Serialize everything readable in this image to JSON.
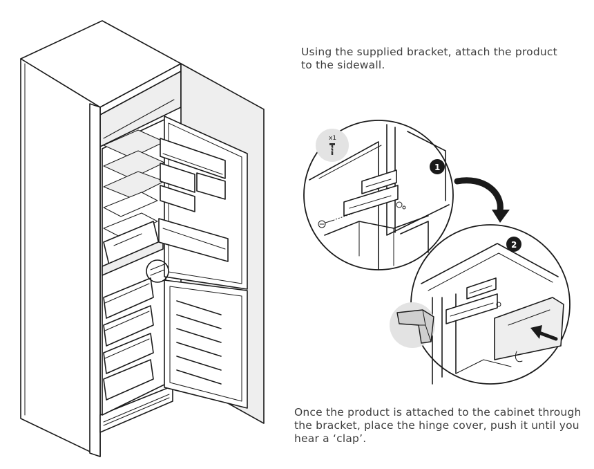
{
  "instructions": {
    "step_attach": "Using the supplied bracket, attach the product to the sidewall.",
    "step_cover": "Once the product is attached to the cabinet through the bracket, place the hinge cover, push it until you hear a ‘clap’."
  },
  "callouts": {
    "screw_quantity": "x1",
    "step_one_badge": "1",
    "step_two_badge": "2"
  }
}
